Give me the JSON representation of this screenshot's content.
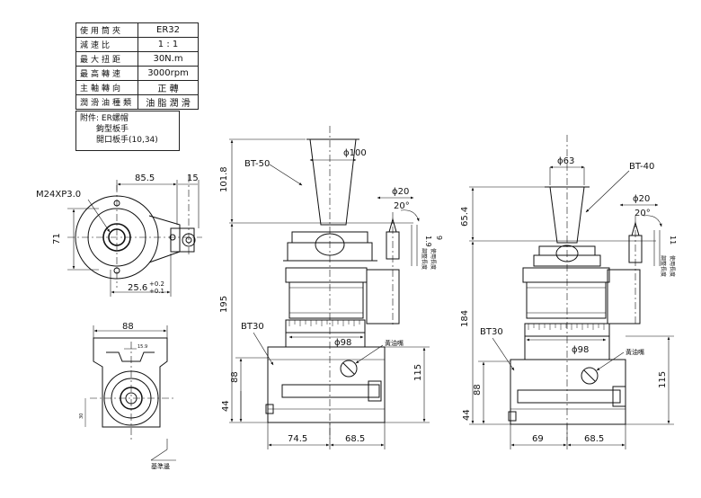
{
  "spec_table": [
    {
      "key": "使用筒夾",
      "value": "ER32"
    },
    {
      "key": "減速比",
      "value": "1 : 1"
    },
    {
      "key": "最大扭距",
      "value": "30N.m"
    },
    {
      "key": "最高轉速",
      "value": "3000rpm"
    },
    {
      "key": "主軸轉向",
      "value": "正 轉"
    },
    {
      "key": "潤滑油種類",
      "value": "油 脂 潤 滑"
    }
  ],
  "accessories": {
    "line1": "附件: ER螺帽",
    "line2": "鉤型板手",
    "line3": "開口板手(10,34)"
  },
  "top_view": {
    "thread_label": "M24XP3.0",
    "dim_85_5": "85.5",
    "dim_15": "15",
    "dim_71": "71",
    "dim_25_6": "25.6",
    "tol_plus": "+0.2",
    "tol_minus": "+0.1"
  },
  "bottom_view": {
    "dim_88": "88",
    "dim_small_w": "15.9",
    "dim_small_h": "30",
    "base_label": "基準邊"
  },
  "bt50_view": {
    "taper_label": "BT-50",
    "dia_100": "ϕ100",
    "dim_101_8": "101.8",
    "dim_195": "195",
    "dia_20": "ϕ20",
    "angle_20": "20°",
    "dim_1_9": "1.9",
    "dim_9": "9",
    "note_adjust": "調整長度",
    "note_use": "使用長度",
    "bt30": "BT30",
    "dia_98": "ϕ98",
    "oil_label": "黃油嘴",
    "dim_88": "88",
    "dim_44": "44",
    "dim_115": "115",
    "dim_74_5": "74.5",
    "dim_68_5": "68.5"
  },
  "bt40_view": {
    "taper_label": "BT-40",
    "dia_63": "ϕ63",
    "dim_65_4": "65.4",
    "dim_184": "184",
    "dia_20": "ϕ20",
    "angle_20": "20°",
    "dim_11": "11",
    "note_adjust": "調整長度",
    "note_use": "使用長度",
    "bt30": "BT30",
    "dia_98": "ϕ98",
    "oil_label": "黃油嘴",
    "dim_88": "88",
    "dim_44": "44",
    "dim_115": "115",
    "dim_69": "69",
    "dim_68_5": "68.5"
  }
}
